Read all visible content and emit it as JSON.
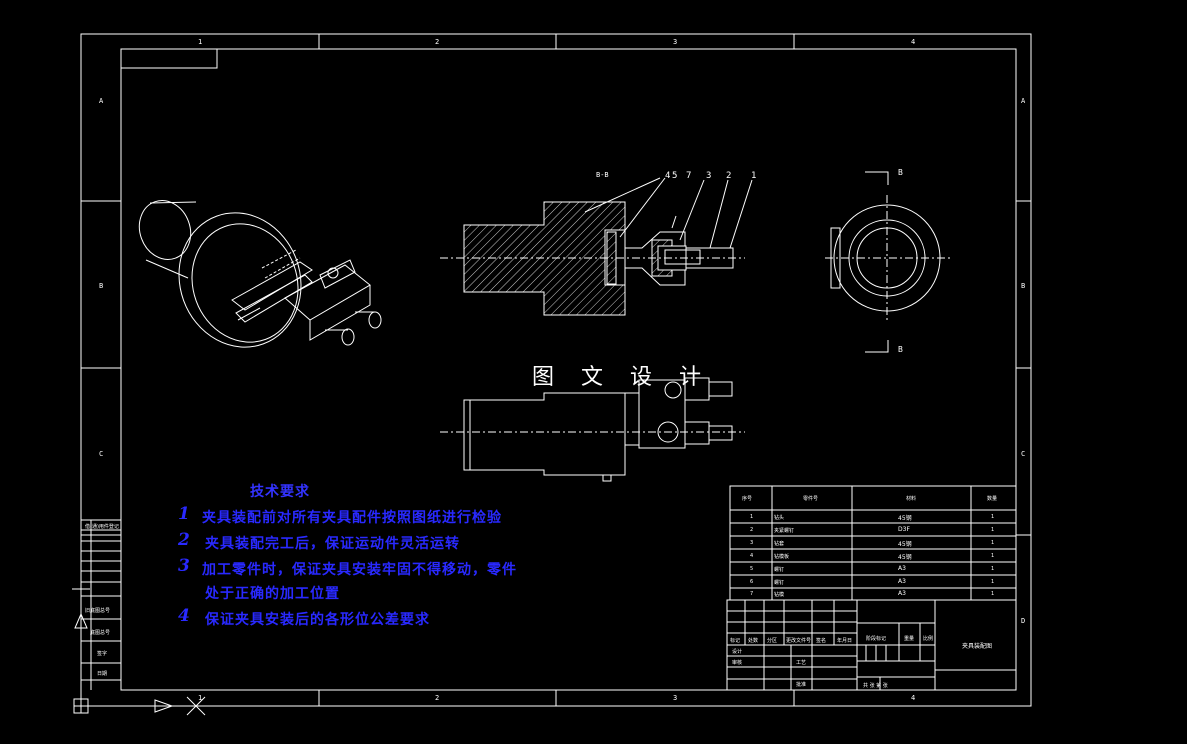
{
  "zone_numbers": [
    "1",
    "2",
    "3",
    "4"
  ],
  "zone_letters": [
    "A",
    "B",
    "C",
    "D"
  ],
  "section_label": "B-B",
  "view_markers": [
    "B",
    "B"
  ],
  "balloons": [
    "4",
    "5",
    "7",
    "3",
    "2",
    "1"
  ],
  "watermark": "图 文 设 计",
  "tech_requirements": {
    "title": "技术要求",
    "items": [
      {
        "num": "1",
        "text": "夹具装配前对所有夹具配件按照图纸进行检验"
      },
      {
        "num": "2",
        "text": "夹具装配完工后，保证运动件灵活运转"
      },
      {
        "num": "3",
        "text": "加工零件时，保证夹具安装牢固不得移动，零件"
      },
      {
        "num": "",
        "text": "处于正确的加工位置"
      },
      {
        "num": "4",
        "text": "保证夹具安装后的各形位公差要求"
      }
    ]
  },
  "bom": {
    "headers": [
      "序号",
      "零件号",
      "材料",
      "数量"
    ],
    "rows": [
      {
        "no": "1",
        "name": "钻头",
        "material": "45钢",
        "qty": "1"
      },
      {
        "no": "2",
        "name": "夹紧螺钉",
        "material": "D3F",
        "qty": "1"
      },
      {
        "no": "3",
        "name": "钻套",
        "material": "45钢",
        "qty": "1"
      },
      {
        "no": "4",
        "name": "钻模板",
        "material": "45钢",
        "qty": "1"
      },
      {
        "no": "5",
        "name": "螺钉",
        "material": "A3",
        "qty": "1"
      },
      {
        "no": "6",
        "name": "螺钉",
        "material": "A3",
        "qty": "1"
      },
      {
        "no": "7",
        "name": "钻模",
        "material": "A3",
        "qty": "1"
      }
    ]
  },
  "title_block": {
    "drawing_name": "夹具装配图",
    "row_labels": [
      "标记",
      "处数",
      "分区",
      "更改文件号",
      "签名",
      "年月日"
    ],
    "left_labels": [
      "设计",
      "审核",
      "工艺",
      "批准"
    ],
    "stage_labels": [
      "阶段标记",
      "重量",
      "比例"
    ],
    "sheet_text": "共 张 第 张"
  },
  "side_table": [
    "借(通)用件登记",
    "旧底图总号",
    "底图总号",
    "签字",
    "日期"
  ]
}
